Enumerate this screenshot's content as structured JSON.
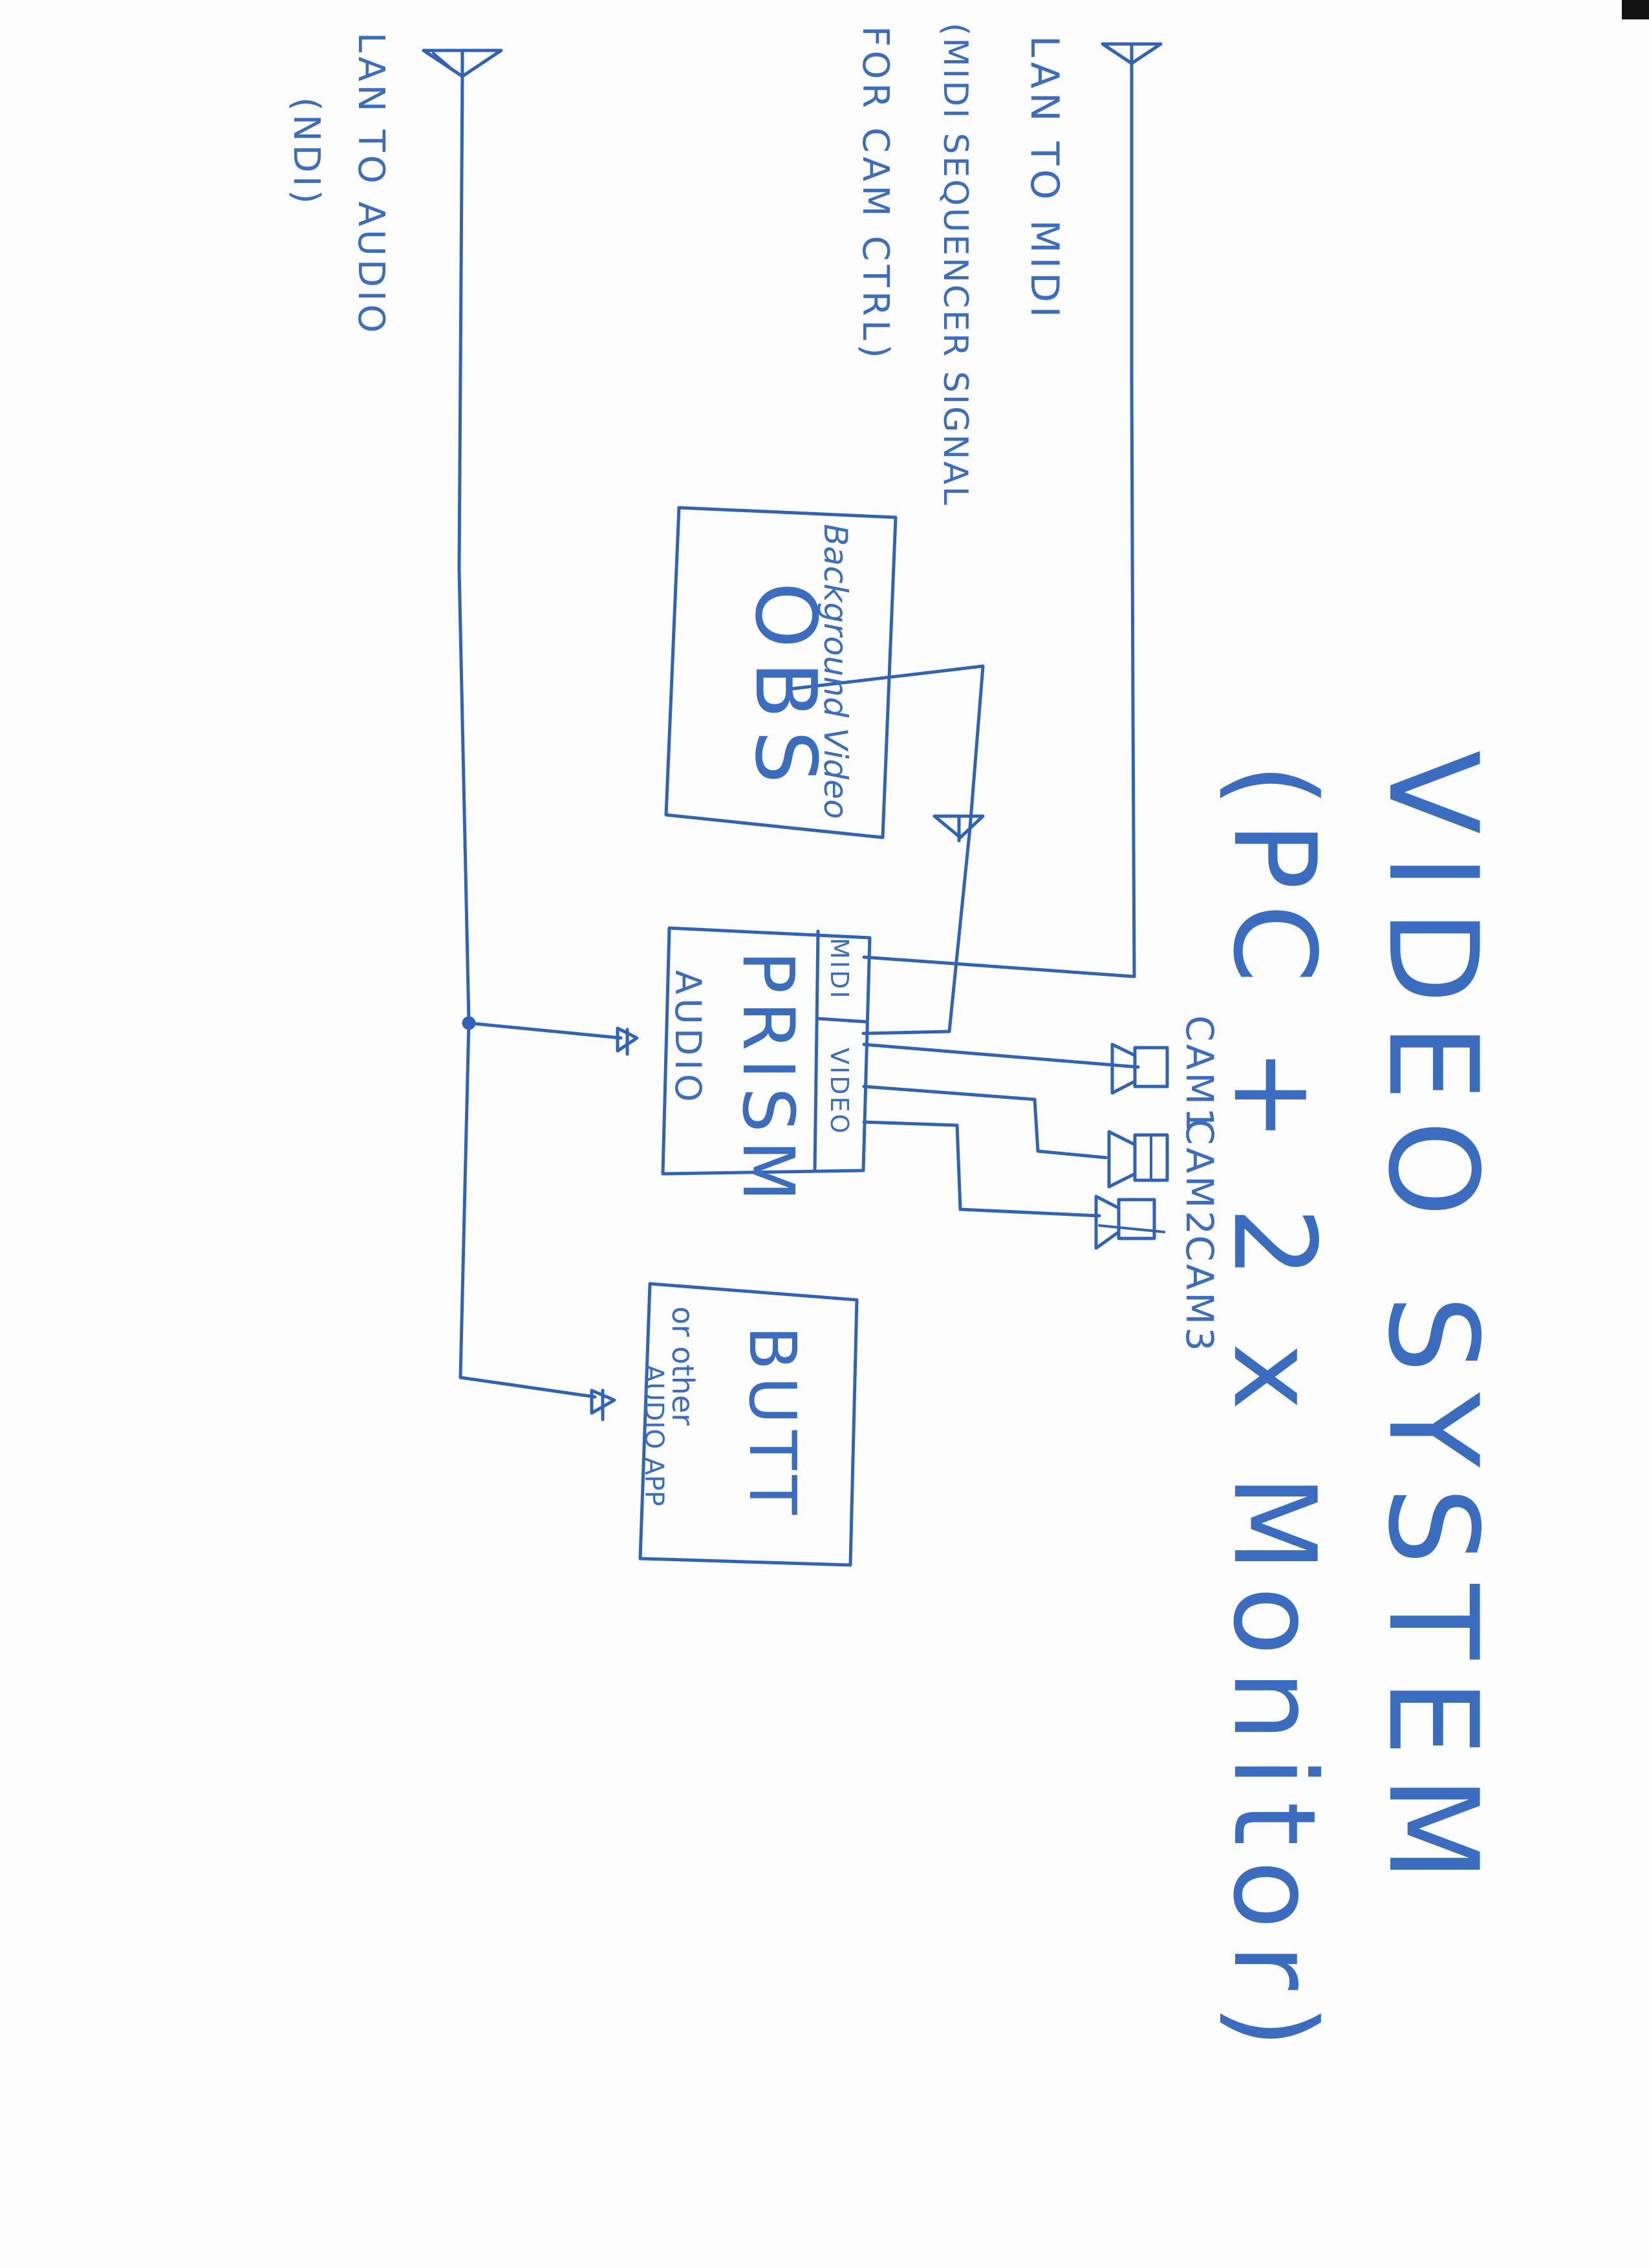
{
  "diagram": {
    "title": "VIDEO SYSTEM",
    "subtitle": "(PC + 2 x Monitor)",
    "blocks": {
      "obs": {
        "label": "OBS",
        "sublabel": "Background Video"
      },
      "prism": {
        "label": "PRISM",
        "ports": {
          "midi": "MIDI",
          "video": "VIDEO",
          "audio": "AUDIO"
        }
      },
      "butt": {
        "label": "BUTT",
        "sublabel_1": "or other",
        "sublabel_2": "AUDIO APP"
      }
    },
    "cameras": [
      {
        "label": "CAM1"
      },
      {
        "label": "CAM2"
      },
      {
        "label": "CAM3"
      }
    ],
    "network_inputs": {
      "lan_midi": {
        "line1": "LAN TO MIDI",
        "line2": "(MIDI SEQUENCER SIGNAL",
        "line3": "FOR CAM CTRL)"
      },
      "lan_audio": {
        "line1": "LAN TO AUDIO",
        "line2": "(NDI)"
      }
    },
    "ink_color": "#2f63b8"
  }
}
